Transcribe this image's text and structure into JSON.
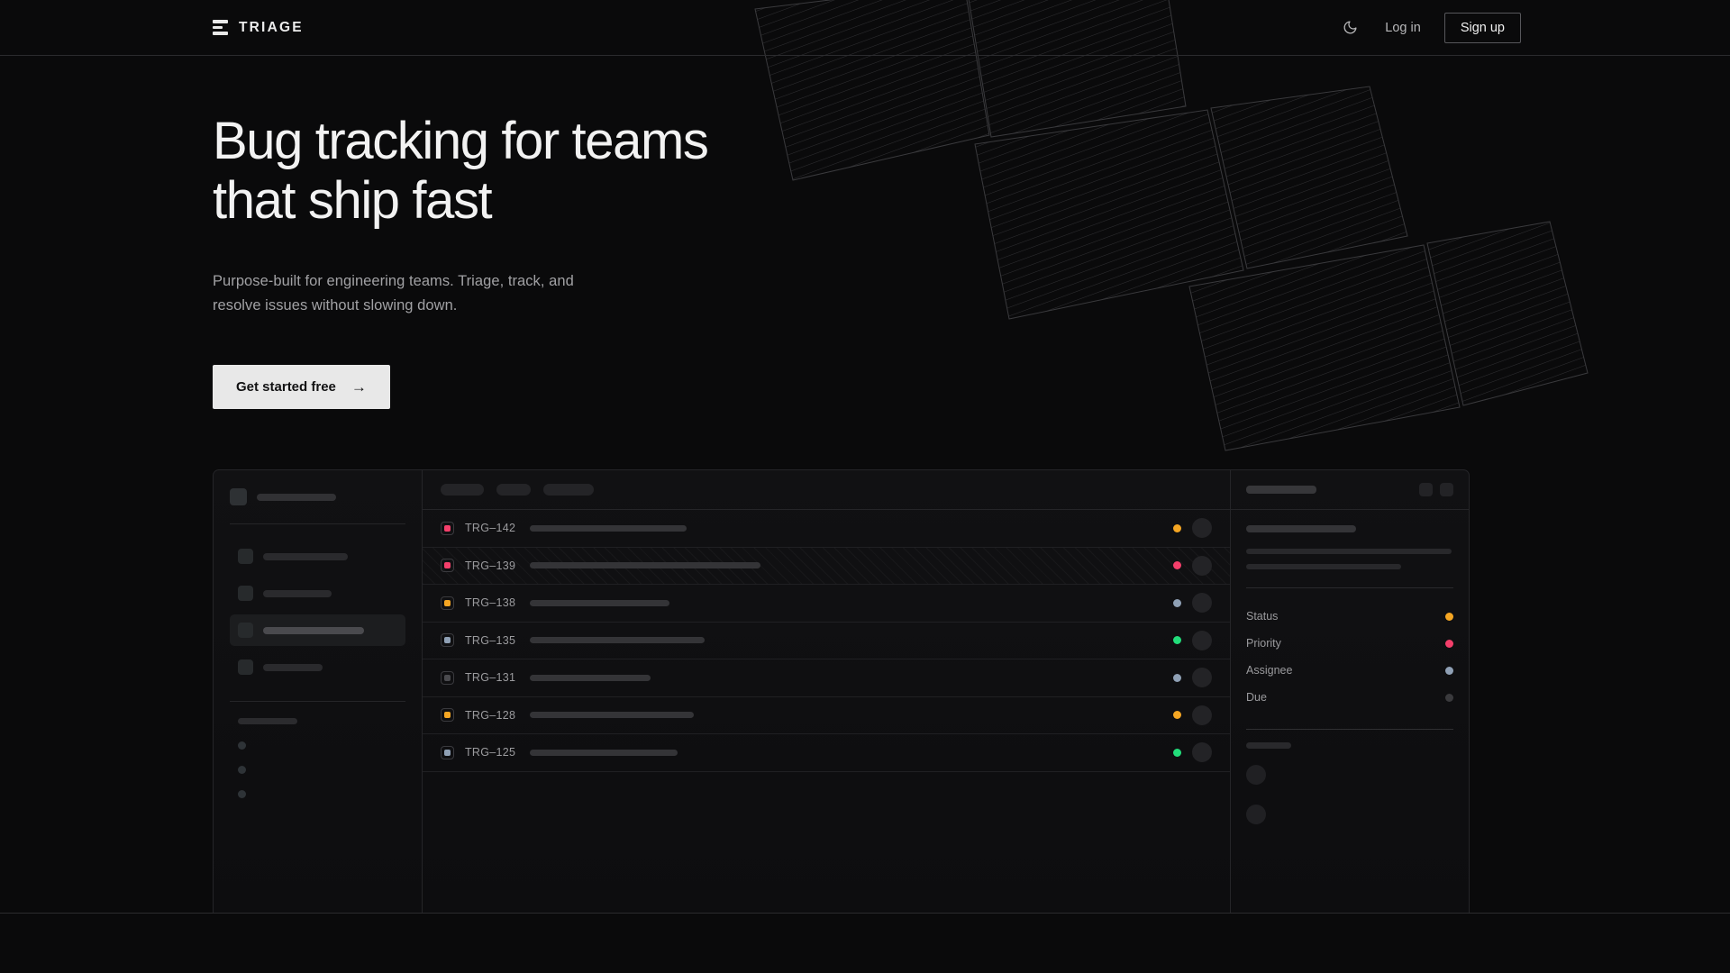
{
  "brand": {
    "name": "TRIAGE",
    "mark_icon": "triage-bars-icon"
  },
  "nav": {
    "theme_toggle_icon": "moon-icon",
    "login_label": "Log in",
    "signup_label": "Sign up"
  },
  "hero": {
    "headline": "Bug tracking for teams\nthat ship fast",
    "subhead": "Purpose-built for engineering teams. Triage, track, and\nresolve issues without slowing down.",
    "cta_label": "Get started free",
    "cta_arrow": "→"
  },
  "colors": {
    "page_bg": "#0a0a0b",
    "panel_bg": "#111113",
    "border": "#252528",
    "text_primary": "#f2f2f2",
    "text_muted": "#a1a1a4",
    "cta_bg": "#e8e8e8",
    "pink": "#f43f6b",
    "orange": "#f5a623",
    "green": "#22dd7a",
    "slate": "#8fa0b5",
    "gray": "#4a4a4e"
  },
  "mockup": {
    "sidebar": {
      "workspace_icon": "workspace-square-icon",
      "nav_items": [
        {
          "icon": "nav-square-icon",
          "width": 94,
          "active": false
        },
        {
          "icon": "nav-square-icon",
          "width": 76,
          "active": false
        },
        {
          "icon": "nav-square-icon",
          "width": 112,
          "active": true
        },
        {
          "icon": "nav-square-icon",
          "width": 66,
          "active": false
        }
      ],
      "section_label_width": 66,
      "sub_dots": 3
    },
    "toolbar": {
      "chips": [
        {
          "width": 48
        },
        {
          "width": 38
        },
        {
          "width": 56
        }
      ]
    },
    "issues": [
      {
        "id": "TRG–142",
        "priority_color": "#f43f6b",
        "status_color": "#f5a623",
        "title_width": 174,
        "highlighted": false
      },
      {
        "id": "TRG–139",
        "priority_color": "#f43f6b",
        "status_color": "#f43f6b",
        "title_width": 256,
        "highlighted": true
      },
      {
        "id": "TRG–138",
        "priority_color": "#f5a623",
        "status_color": "#8fa0b5",
        "title_width": 155,
        "highlighted": false
      },
      {
        "id": "TRG–135",
        "priority_color": "#8fa0b5",
        "status_color": "#22dd7a",
        "title_width": 194,
        "highlighted": false
      },
      {
        "id": "TRG–131",
        "priority_color": "#4a4a4e",
        "status_color": "#8fa0b5",
        "title_width": 134,
        "highlighted": false
      },
      {
        "id": "TRG–128",
        "priority_color": "#f5a623",
        "status_color": "#f5a623",
        "title_width": 182,
        "highlighted": false
      },
      {
        "id": "TRG–125",
        "priority_color": "#8fa0b5",
        "status_color": "#22dd7a",
        "title_width": 164,
        "highlighted": false
      }
    ],
    "detail": {
      "header_icons": [
        "expand-icon",
        "more-icon"
      ],
      "title_width": 122,
      "body_lines": [
        228,
        172
      ],
      "meta": [
        {
          "label": "Status",
          "color": "#f5a623"
        },
        {
          "label": "Priority",
          "color": "#f43f6b"
        },
        {
          "label": "Assignee",
          "color": "#8fa0b5"
        },
        {
          "label": "Due",
          "color": "#3a3a3d"
        }
      ],
      "activity_avatars": 2
    }
  }
}
